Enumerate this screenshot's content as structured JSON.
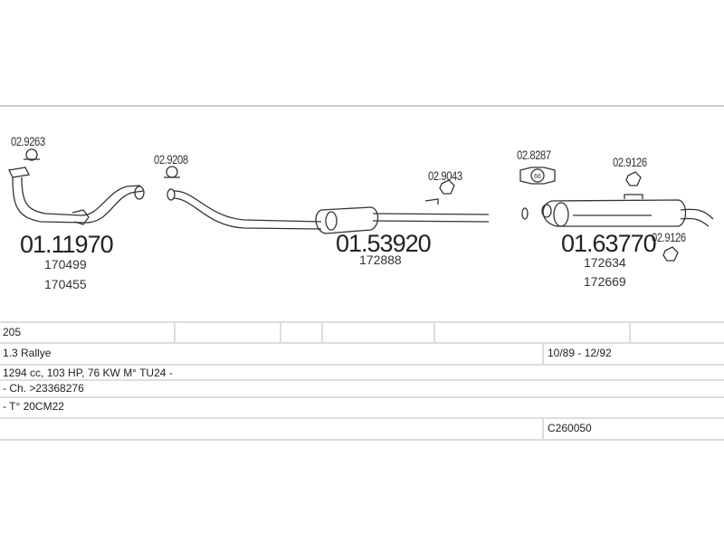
{
  "diagram": {
    "parts": [
      {
        "number": "01.11970",
        "refs": [
          "170499",
          "170455"
        ]
      },
      {
        "number": "01.53920",
        "refs": [
          "172888"
        ]
      },
      {
        "number": "01.63770",
        "refs": [
          "172634",
          "172669"
        ]
      }
    ],
    "accessories": [
      "02.9263",
      "02.9208",
      "02.9043",
      "02.8287",
      "02.9126",
      "02.9126"
    ],
    "clamp_size": "66"
  },
  "table": {
    "model": "205",
    "version": "1.3 Rallye",
    "years": "10/89 - 12/92",
    "engine": "1294 cc, 103 HP, 76 KW M° TU24 -",
    "chassis": "- Ch. >23368276",
    "type": "- T° 20CM22",
    "code": "C260050"
  }
}
